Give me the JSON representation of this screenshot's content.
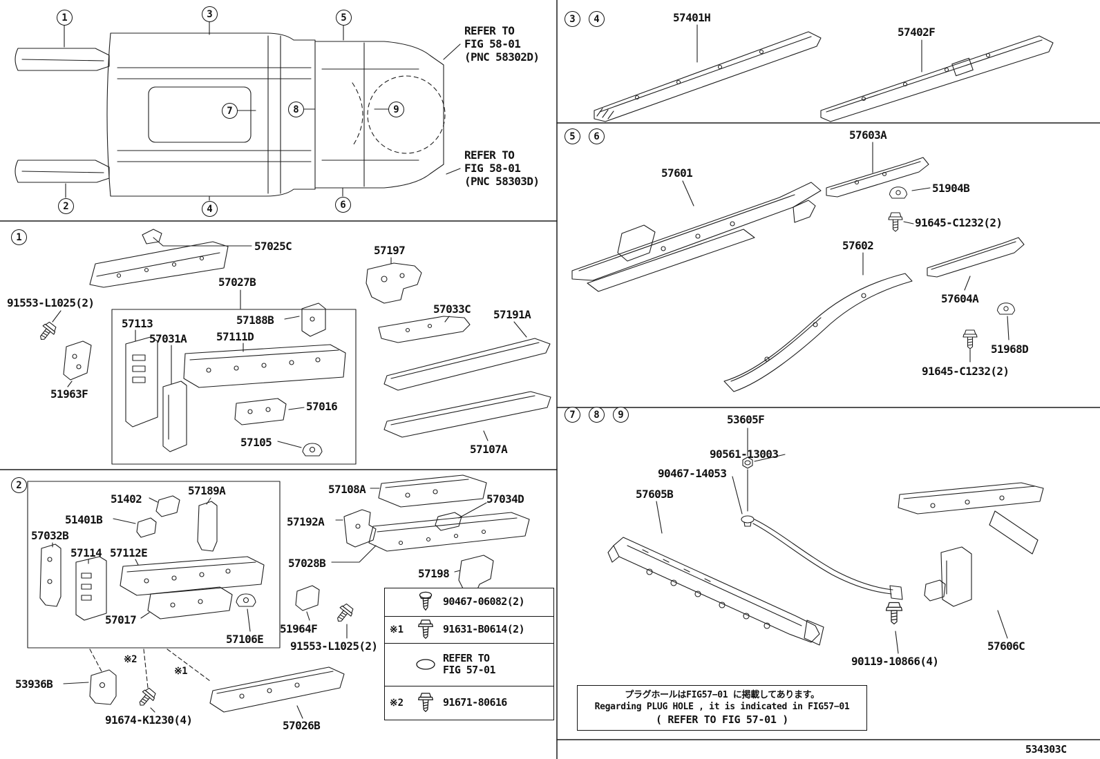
{
  "callouts": {
    "c1": "1",
    "c2": "2",
    "c3": "3",
    "c4": "4",
    "c5": "5",
    "c6": "6",
    "c7": "7",
    "c8": "8",
    "c9": "9"
  },
  "refer": {
    "top": "REFER TO\nFIG 58-01\n(PNC 58302D)",
    "bottom": "REFER TO\nFIG 58-01\n(PNC 58303D)"
  },
  "parts": {
    "p57025C": "57025C",
    "p57027B": "57027B",
    "p91553": "91553-L1025(2)",
    "p51963F": "51963F",
    "p57113": "57113",
    "p57031A": "57031A",
    "p57188B": "57188B",
    "p57111D": "57111D",
    "p57016": "57016",
    "p57105": "57105",
    "p57197": "57197",
    "p57033C": "57033C",
    "p57191A": "57191A",
    "p57107A": "57107A",
    "p51402": "51402",
    "p57189A": "57189A",
    "p51401B": "51401B",
    "p57032B": "57032B",
    "p57114": "57114",
    "p57112E": "57112E",
    "p57017": "57017",
    "p57106E": "57106E",
    "p53936B": "53936B",
    "p91674": "91674-K1230(4)",
    "p57026B": "57026B",
    "p57108A": "57108A",
    "p57034D": "57034D",
    "p57192A": "57192A",
    "p57028B": "57028B",
    "p57198": "57198",
    "p51964F": "51964F",
    "p57401H": "57401H",
    "p57402F": "57402F",
    "p57603A": "57603A",
    "p57601": "57601",
    "p51904B": "51904B",
    "p91645": "91645-C1232(2)",
    "p57602": "57602",
    "p57604A": "57604A",
    "p51968D": "51968D",
    "p53605F": "53605F",
    "p90561": "90561-13003",
    "p90467_14053": "90467-14053",
    "p57605B": "57605B",
    "p90119": "90119-10866(4)",
    "p57606C": "57606C"
  },
  "marks": {
    "m1": "※1",
    "m2": "※2"
  },
  "legend": {
    "rows": [
      {
        "mark": "",
        "icon": "screw-icon",
        "label": "90467-06082(2)"
      },
      {
        "mark": "※1",
        "icon": "flange-bolt-icon",
        "label": "91631-B0614(2)"
      },
      {
        "mark": "",
        "icon": "plug-oval-icon",
        "label": "REFER TO\nFIG 57-01"
      },
      {
        "mark": "※2",
        "icon": "flange-bolt-icon",
        "label": "91671-80616"
      }
    ]
  },
  "note": {
    "line1": "プラグホールはFIG57−01 に掲載してあります。",
    "line2": "Regarding PLUG HOLE , it is indicated in FIG57−01",
    "line3": "( REFER TO FIG 57-01 )"
  },
  "footer": {
    "code": "534303C"
  }
}
